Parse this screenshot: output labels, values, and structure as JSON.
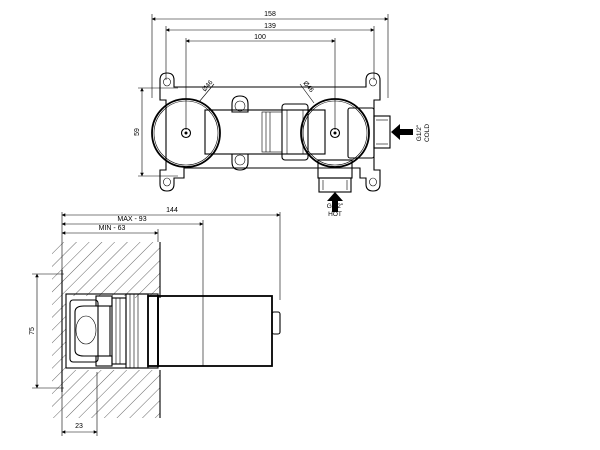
{
  "top_view": {
    "dims": {
      "overall_width": "158",
      "inner_width": "139",
      "center_distance": "100",
      "height": "59"
    },
    "diameters": {
      "left": "Ø46",
      "right": "Ø46"
    },
    "inlets": {
      "cold_size": "G1/2\"",
      "cold_label": "COLD",
      "hot_size": "G1/2\"",
      "hot_label": "HOT"
    }
  },
  "side_view": {
    "dims": {
      "depth_total": "144",
      "depth_max": "MAX - 93",
      "depth_min": "MIN - 63",
      "height": "75",
      "wall_offset": "23"
    }
  },
  "colors": {
    "line": "#000000",
    "background": "#ffffff"
  }
}
